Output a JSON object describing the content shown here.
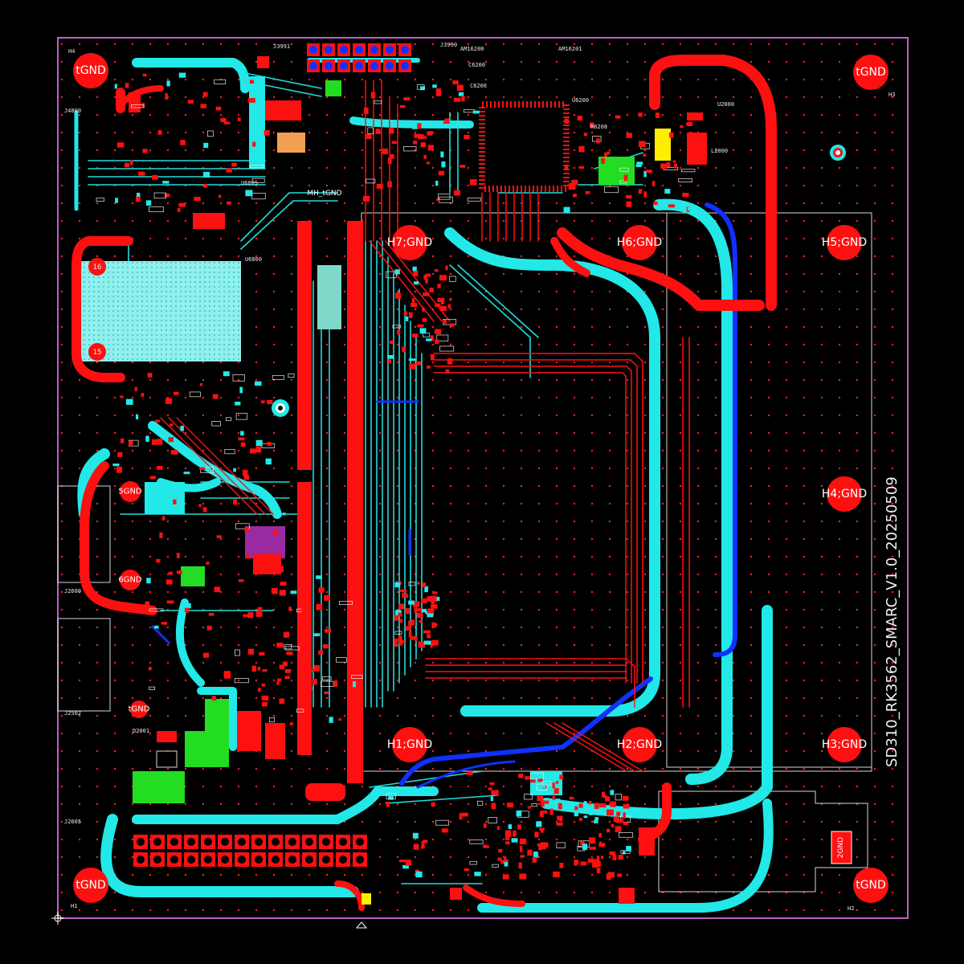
{
  "board": {
    "title": "SD310_RK3562_SMARC_V1.0_20250509",
    "colors": {
      "background": "#000000",
      "top_copper": "#ff1010",
      "inner_copper": "#22e8e8",
      "bottom_copper": "#1030ff",
      "green_copper": "#22dd22",
      "silkscreen": "#e8e8e8",
      "outline": "#c060c0"
    },
    "mount_holes": [
      {
        "name": "tGND",
        "id": "mh-top-left"
      },
      {
        "name": "tGND",
        "id": "mh-top-right"
      },
      {
        "name": "H7;GND",
        "id": "h7"
      },
      {
        "name": "H6;GND",
        "id": "h6"
      },
      {
        "name": "H5;GND",
        "id": "h5"
      },
      {
        "name": "H4;GND",
        "id": "h4"
      },
      {
        "name": "H1;GND",
        "id": "h1"
      },
      {
        "name": "H2;GND",
        "id": "h2"
      },
      {
        "name": "H3;GND",
        "id": "h3"
      },
      {
        "name": "tGND",
        "id": "mh-bottom-left"
      },
      {
        "name": "tGND",
        "id": "mh-bottom-right"
      },
      {
        "name": "5GND",
        "id": "p5gnd"
      },
      {
        "name": "6GND",
        "id": "p6gnd"
      },
      {
        "name": "tGND",
        "id": "p-small-tgnd"
      },
      {
        "name": "2GND",
        "id": "p2gnd"
      },
      {
        "name": "MH_tGND",
        "id": "mh-conn"
      }
    ],
    "silkscreen_labels": [
      {
        "text": "H4",
        "id": "ref-h4"
      },
      {
        "text": "H3",
        "id": "ref-h3"
      },
      {
        "text": "H1",
        "id": "ref-h1"
      },
      {
        "text": "H2",
        "id": "ref-h2"
      },
      {
        "text": "J4800",
        "id": "ref-j4800"
      },
      {
        "text": "J2600",
        "id": "ref-j2600"
      },
      {
        "text": "J2502",
        "id": "ref-j2502"
      },
      {
        "text": "J2605",
        "id": "ref-j2605"
      },
      {
        "text": "U6200",
        "id": "ref-u6200"
      },
      {
        "text": "U2000",
        "id": "ref-u2000"
      },
      {
        "text": "L2000",
        "id": "ref-l2000"
      },
      {
        "text": "C6200",
        "id": "ref-c6200"
      },
      {
        "text": "C6206",
        "id": "ref-c6206"
      },
      {
        "text": "AM16200",
        "id": "ref-am16200"
      },
      {
        "text": "AM16201",
        "id": "ref-am16201"
      },
      {
        "text": "U6805",
        "id": "ref-u6805"
      },
      {
        "text": "U6800",
        "id": "ref-u6800"
      },
      {
        "text": "R6208",
        "id": "ref-r6208"
      },
      {
        "text": "J3990",
        "id": "ref-j3990"
      },
      {
        "text": "J3991",
        "id": "ref-j3991"
      },
      {
        "text": "D2001",
        "id": "ref-d2001"
      },
      {
        "text": "15",
        "id": "ref-pin15"
      },
      {
        "text": "16",
        "id": "ref-pin16"
      }
    ]
  }
}
